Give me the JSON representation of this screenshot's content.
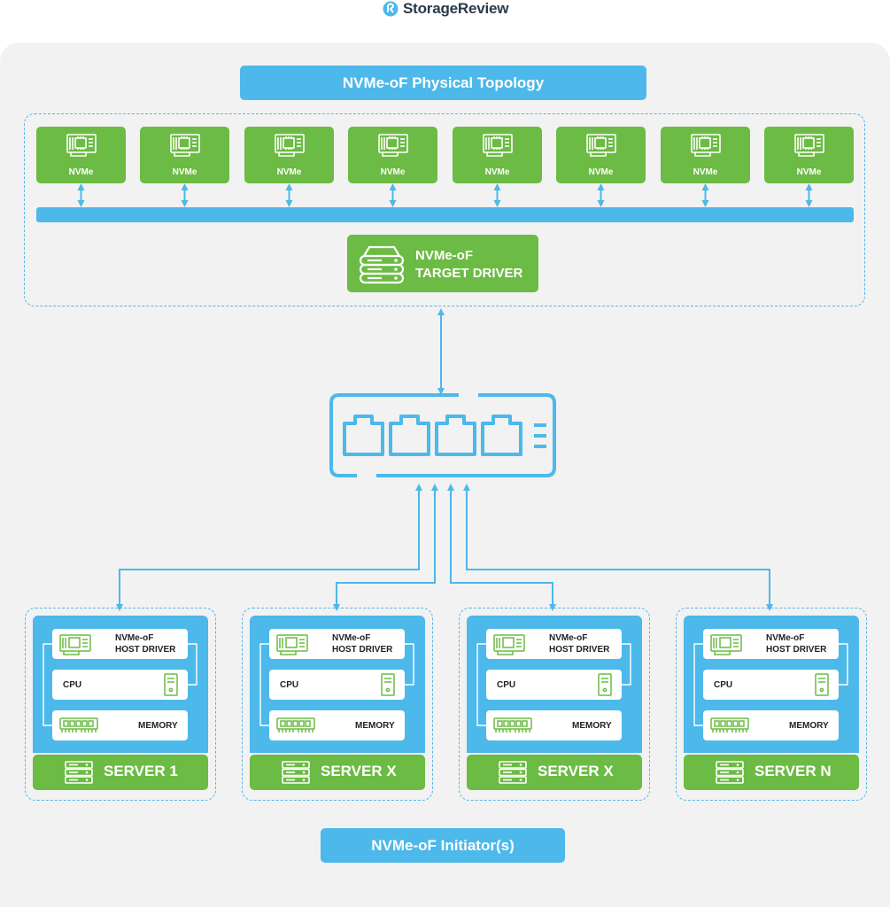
{
  "brand": {
    "name": "StorageReview"
  },
  "title": "NVMe-oF Physical Topology",
  "drives": [
    "NVMe",
    "NVMe",
    "NVMe",
    "NVMe",
    "NVMe",
    "NVMe",
    "NVMe",
    "NVMe"
  ],
  "target": {
    "line1": "NVMe-oF",
    "line2": "TARGET DRIVER"
  },
  "servers": [
    {
      "name": "SERVER 1",
      "host_driver": [
        "NVMe-oF",
        "HOST DRIVER"
      ],
      "cpu": "CPU",
      "memory": "MEMORY"
    },
    {
      "name": "SERVER X",
      "host_driver": [
        "NVMe-oF",
        "HOST DRIVER"
      ],
      "cpu": "CPU",
      "memory": "MEMORY"
    },
    {
      "name": "SERVER X",
      "host_driver": [
        "NVMe-oF",
        "HOST DRIVER"
      ],
      "cpu": "CPU",
      "memory": "MEMORY"
    },
    {
      "name": "SERVER N",
      "host_driver": [
        "NVMe-oF",
        "HOST DRIVER"
      ],
      "cpu": "CPU",
      "memory": "MEMORY"
    }
  ],
  "footer": "NVMe-oF Initiator(s)",
  "colors": {
    "blue": "#4db8ea",
    "green": "#6cbb44",
    "panel": "#f2f2f2"
  }
}
